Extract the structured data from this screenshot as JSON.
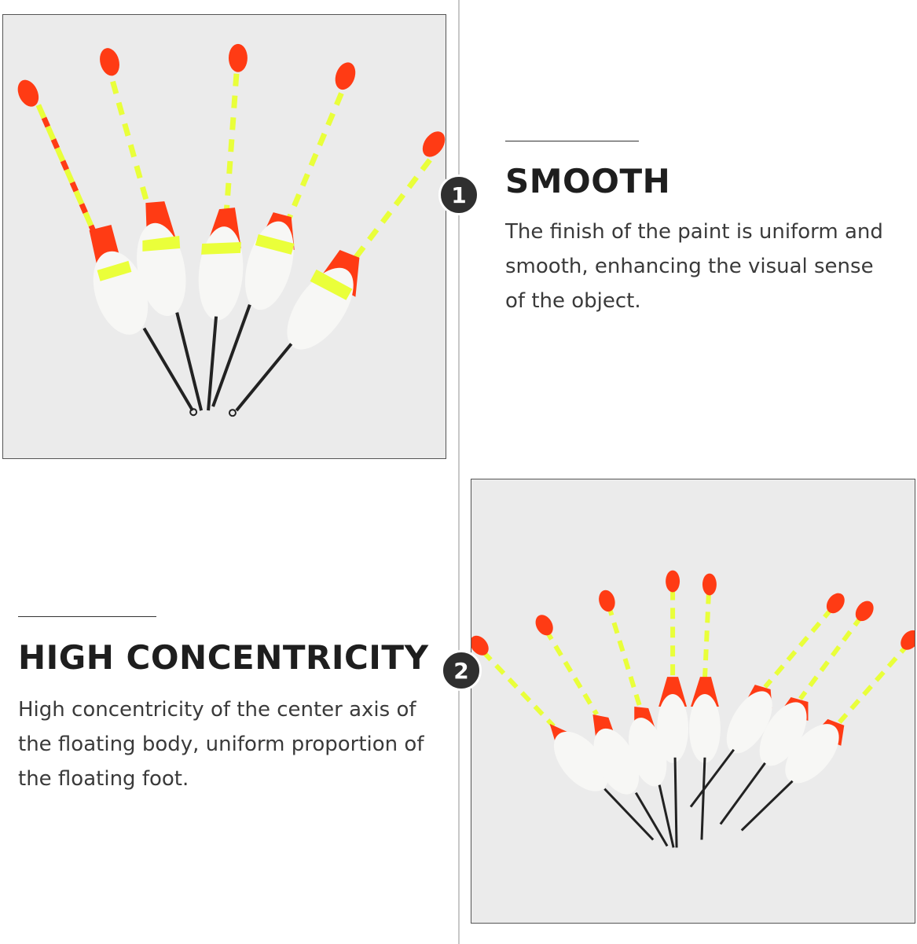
{
  "section1": {
    "number": "1",
    "title": "SMOOTH",
    "description": "The finish of the paint is uniform and smooth, enhancing the visual sense of the object."
  },
  "section2": {
    "number": "2",
    "title": "HIGH CONCENTRICITY",
    "description": "High concentricity of the center axis of the floating body, uniform proportion of the floating foot."
  },
  "colors": {
    "float_red": "#ff3b14",
    "float_yellow": "#eaff3a",
    "float_body": "#f7f7f5",
    "stem_black": "#222222",
    "photo_background": "#ebebeb",
    "badge": "#2f2f2f"
  }
}
